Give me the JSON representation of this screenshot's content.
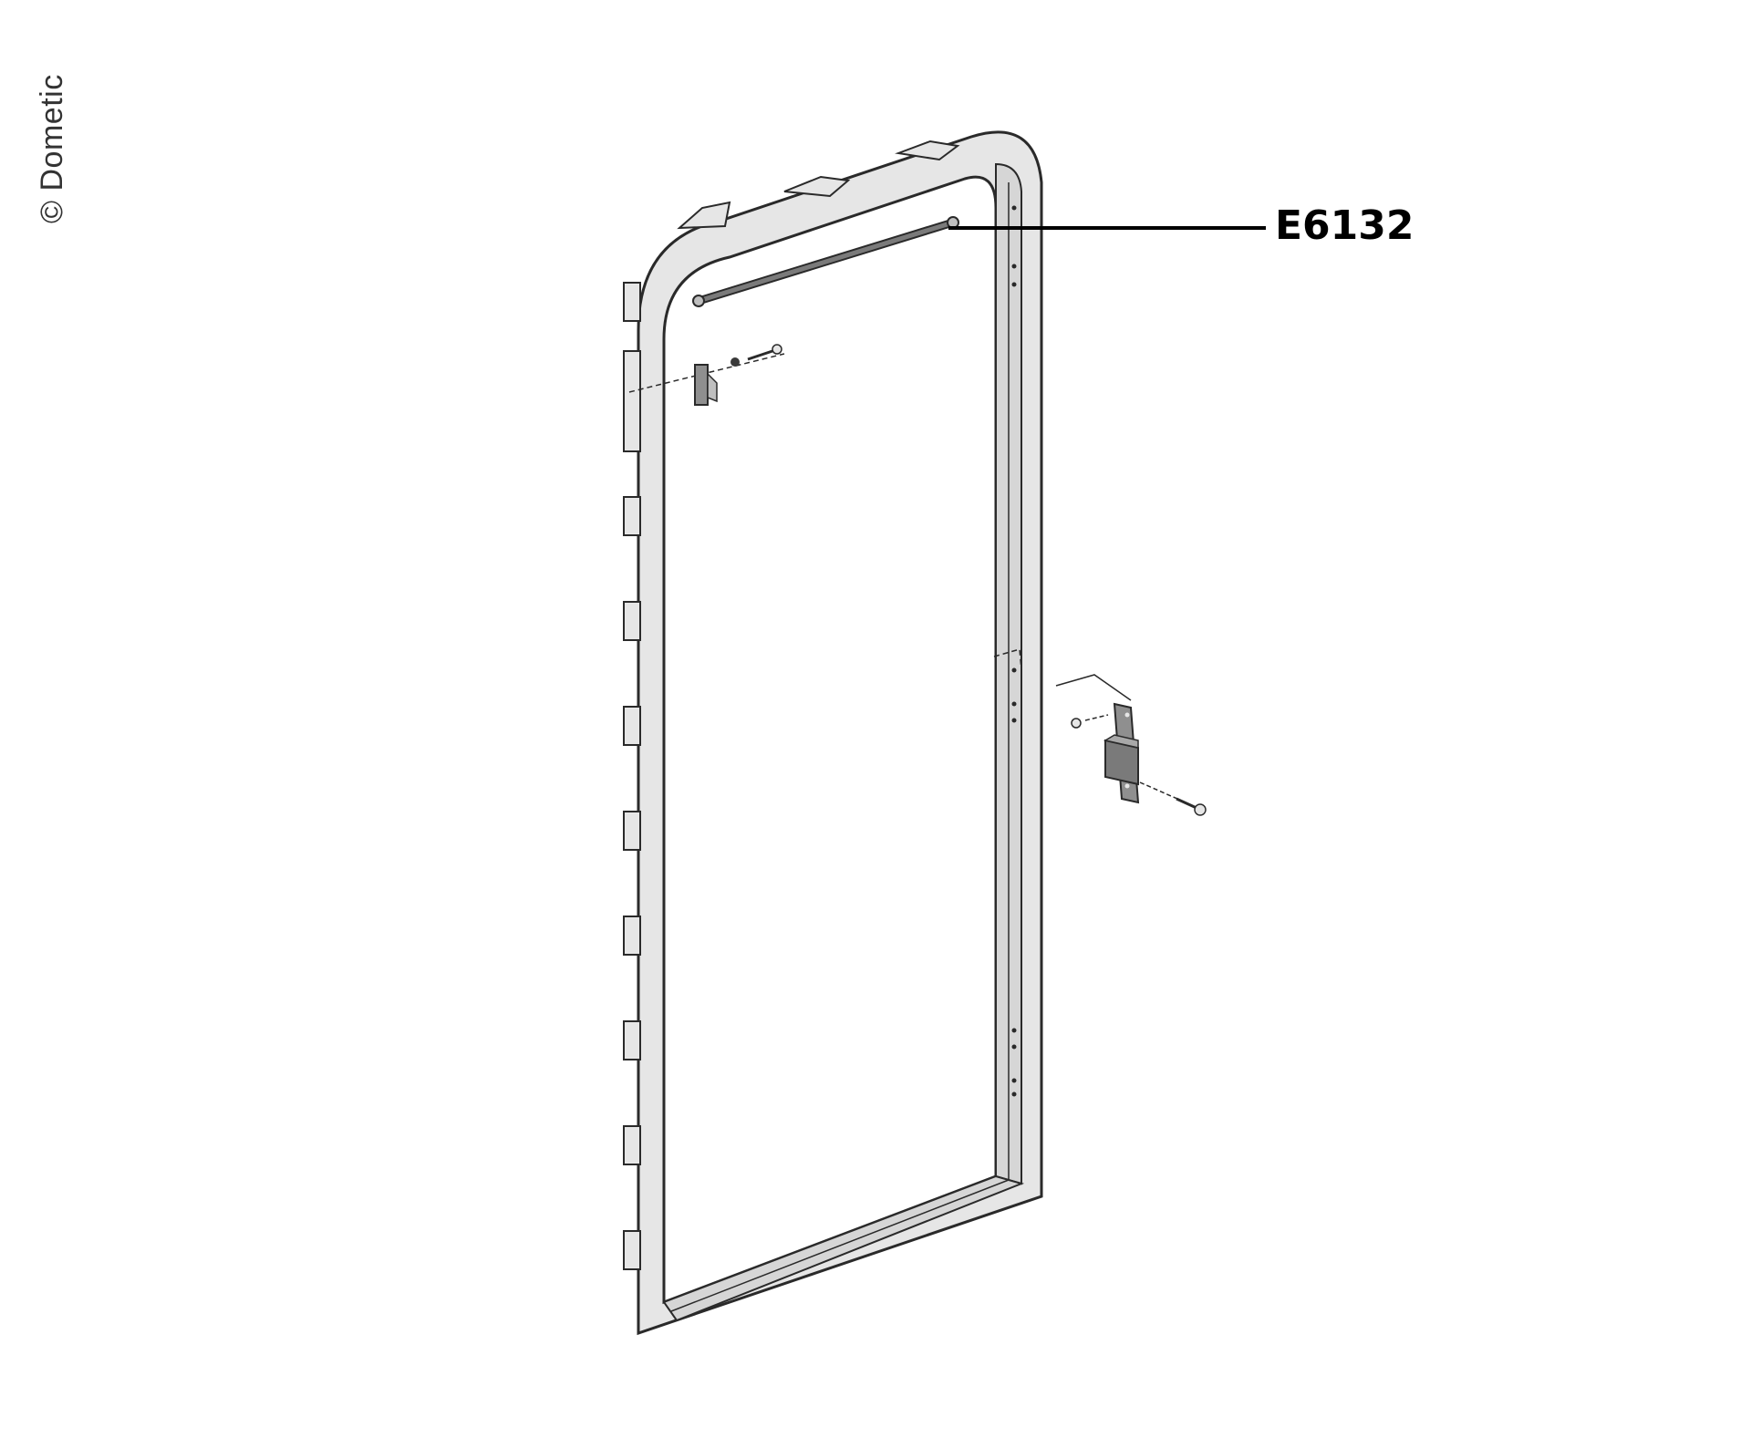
{
  "copyright": "© Dometic",
  "callout": {
    "label": "E6132"
  },
  "colors": {
    "frame_fill": "#e6e6e6",
    "frame_stroke": "#2a2a2a",
    "hinge_fill": "#8f8f8f",
    "leader_line": "#000000"
  },
  "parts": [
    "door-frame",
    "hinge-rod",
    "upper-hinge-bracket",
    "lower-hinge-bracket"
  ]
}
